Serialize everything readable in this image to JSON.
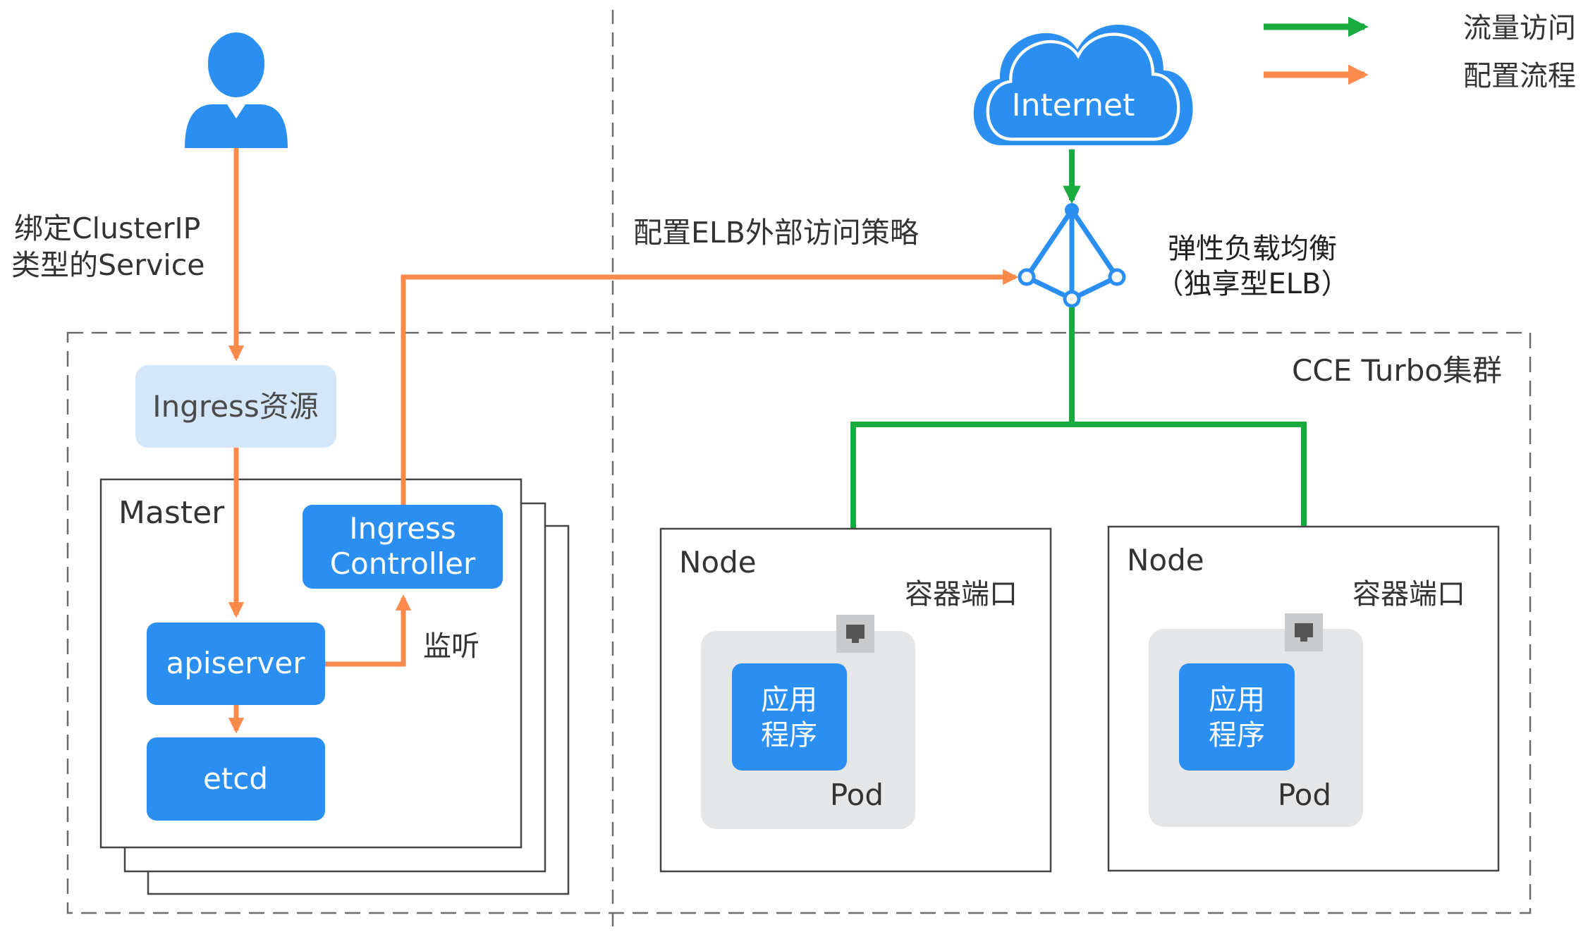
{
  "legend": {
    "traffic_label": "流量访问",
    "config_label": "配置流程",
    "traffic_color": "#1aab40",
    "config_color": "#fb8a4c"
  },
  "user": {
    "icon": "user-icon",
    "bind_line1": "绑定ClusterIP",
    "bind_line2": "类型的Service"
  },
  "elb_config_label": "配置ELB外部访问策略",
  "internet": {
    "label": "Internet",
    "icon": "cloud-icon"
  },
  "elb": {
    "icon": "load-balancer-icon",
    "line1": "弹性负载均衡",
    "line2": "（独享型ELB）"
  },
  "cluster": {
    "label": "CCE Turbo集群"
  },
  "ingress_resource": {
    "label": "Ingress资源"
  },
  "master": {
    "label": "Master",
    "ingress_controller_line1": "Ingress",
    "ingress_controller_line2": "Controller",
    "apiserver": "apiserver",
    "etcd": "etcd",
    "watch_label": "监听"
  },
  "nodes": [
    {
      "label": "Node",
      "port_label": "容器端口",
      "app_line1": "应用",
      "app_line2": "程序",
      "pod_label": "Pod"
    },
    {
      "label": "Node",
      "port_label": "容器端口",
      "app_line1": "应用",
      "app_line2": "程序",
      "pod_label": "Pod"
    }
  ],
  "colors": {
    "blue": "#2b8ff2",
    "light_blue": "#d3e7f9",
    "pod_gray": "#e4e6e8"
  }
}
